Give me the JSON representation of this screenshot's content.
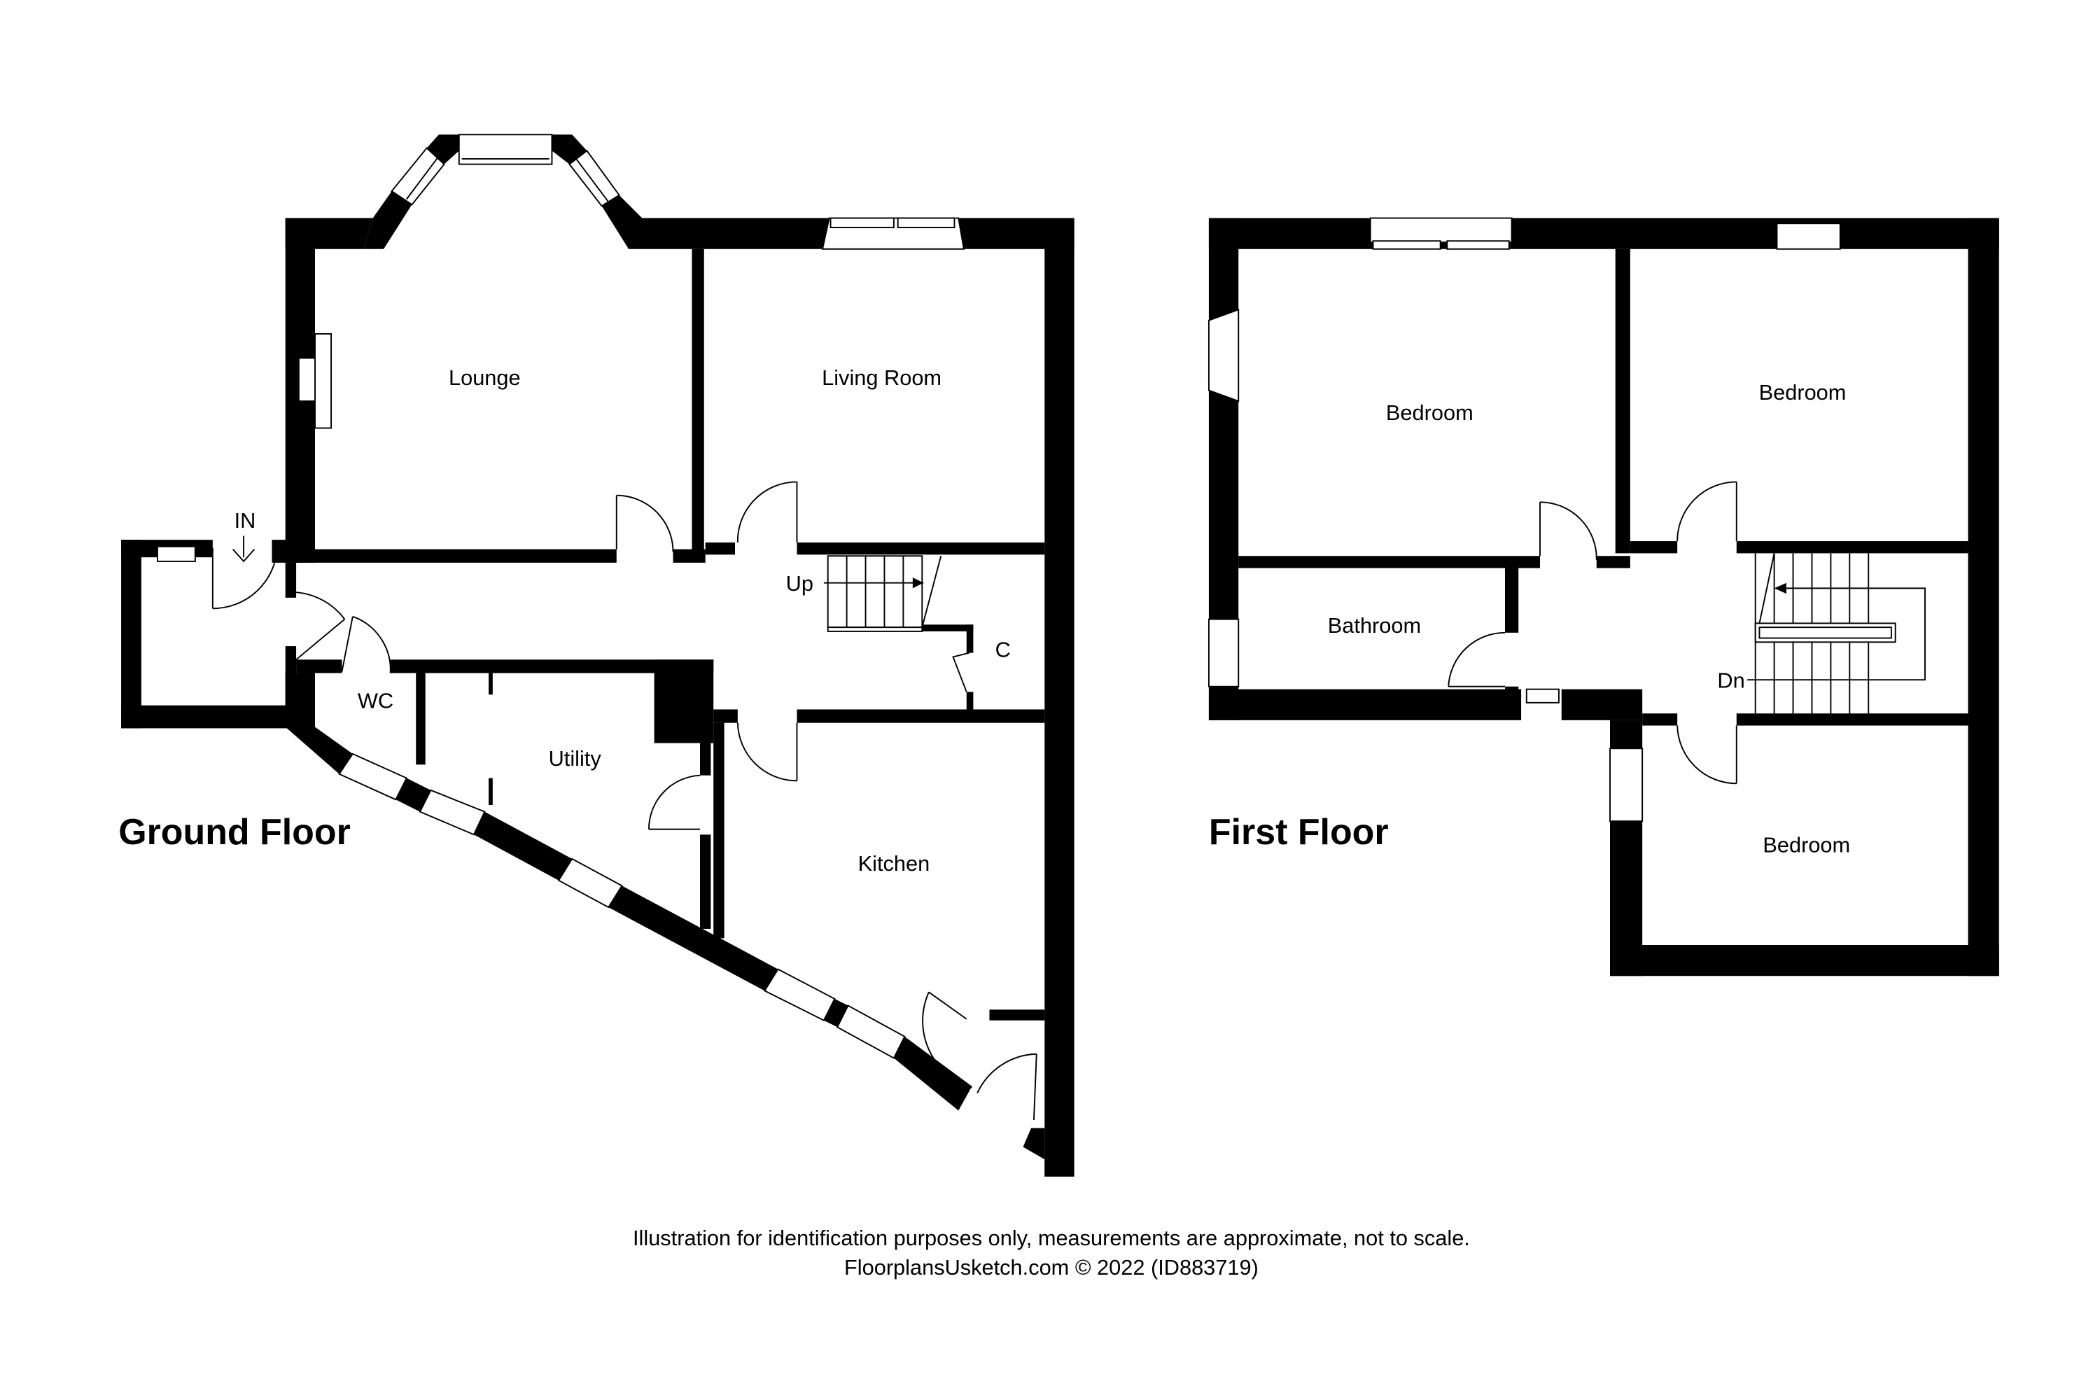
{
  "colors": {
    "wall": "#000000",
    "background": "#ffffff"
  },
  "ground_floor": {
    "title": "Ground Floor",
    "entrance_label": "IN",
    "rooms": {
      "lounge": "Lounge",
      "living_room": "Living Room",
      "wc": "WC",
      "utility": "Utility",
      "kitchen": "Kitchen",
      "cupboard": "C"
    },
    "stairs_label": "Up"
  },
  "first_floor": {
    "title": "First Floor",
    "rooms": {
      "bedroom_1": "Bedroom",
      "bedroom_2": "Bedroom",
      "bathroom": "Bathroom",
      "bedroom_3": "Bedroom"
    },
    "stairs_label": "Dn"
  },
  "footer": {
    "disclaimer": "Illustration for identification purposes only, measurements are approximate, not to scale.",
    "credit": "FloorplansUsketch.com © 2022 (ID883719)"
  }
}
